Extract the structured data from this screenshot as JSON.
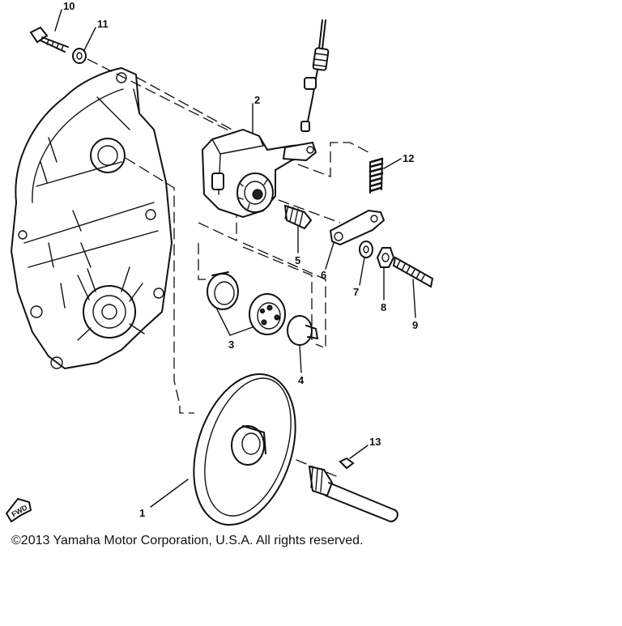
{
  "parts": [
    {
      "id": "p1",
      "number": "1"
    },
    {
      "id": "p2",
      "number": "2"
    },
    {
      "id": "p3",
      "number": "3"
    },
    {
      "id": "p4",
      "number": "4"
    },
    {
      "id": "p5",
      "number": "5"
    },
    {
      "id": "p6",
      "number": "6"
    },
    {
      "id": "p7",
      "number": "7"
    },
    {
      "id": "p8",
      "number": "8"
    },
    {
      "id": "p9",
      "number": "9"
    },
    {
      "id": "p10",
      "number": "10"
    },
    {
      "id": "p11",
      "number": "11"
    },
    {
      "id": "p12",
      "number": "12"
    },
    {
      "id": "p13",
      "number": "13"
    }
  ],
  "fwd_label": "FWD",
  "copyright": "©2013 Yamaha Motor Corporation, U.S.A. All rights reserved."
}
